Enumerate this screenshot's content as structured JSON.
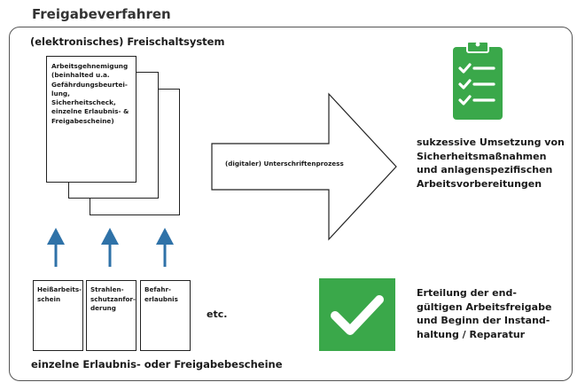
{
  "title": "Freigabeverfahren",
  "system_label": "(elektronisches) Freischaltsystem",
  "main_document": {
    "text": "Arbeitsgehnemigung\n(beinhalted u.a.\nGefährdungsbeurtei-\nlung, Sicherheitscheck,\neinzelne Erlaubnis- &\nFreigabescheine)"
  },
  "arrow_label": "(digitaler) Unterschriftenprozess",
  "permits": [
    {
      "text": "Heißarbeits-\nschein"
    },
    {
      "text": "Strahlen-\nschutzanfor-\nderung"
    },
    {
      "text": "Befahr-\nerlaubnis"
    }
  ],
  "etc_label": "etc.",
  "bottom_label": "einzelne Erlaubnis- oder Freigabebescheine",
  "outcome_1": "sukzessive Umsetzung von\nSicherheitsmaßnahmen\nund anlagenspezifischen\nArbeitsvorbereitungen",
  "outcome_2": "Erteilung der end-\ngültigen Arbeitsfreigabe\nund Beginn der Instand-\nhaltung / Reparatur",
  "icons": {
    "clipboard": "clipboard-checklist-icon",
    "check": "checkmark-box-icon",
    "up_arrow": "arrow-up-icon"
  },
  "colors": {
    "green": "#3aa84a",
    "arrow_blue": "#2f72a8"
  }
}
